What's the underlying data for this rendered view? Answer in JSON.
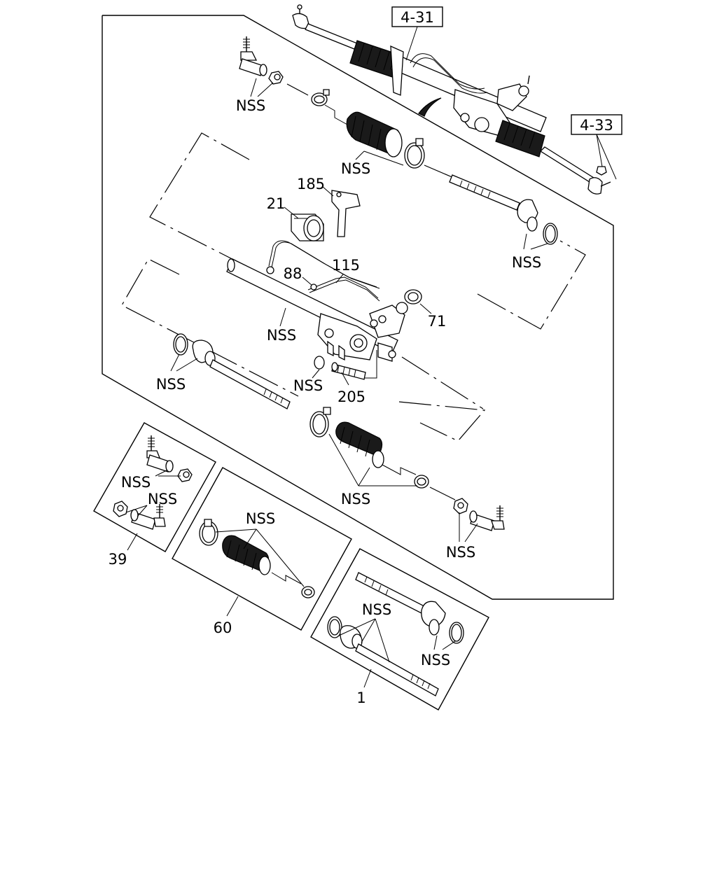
{
  "diagram": {
    "ref_boxes": [
      "4-31",
      "4-33"
    ],
    "callouts": {
      "p185": "185",
      "p21": "21",
      "p115": "115",
      "p88": "88",
      "p71": "71",
      "p205": "205",
      "p39": "39",
      "p60": "60",
      "p1": "1"
    },
    "nss_label": "NSS"
  }
}
